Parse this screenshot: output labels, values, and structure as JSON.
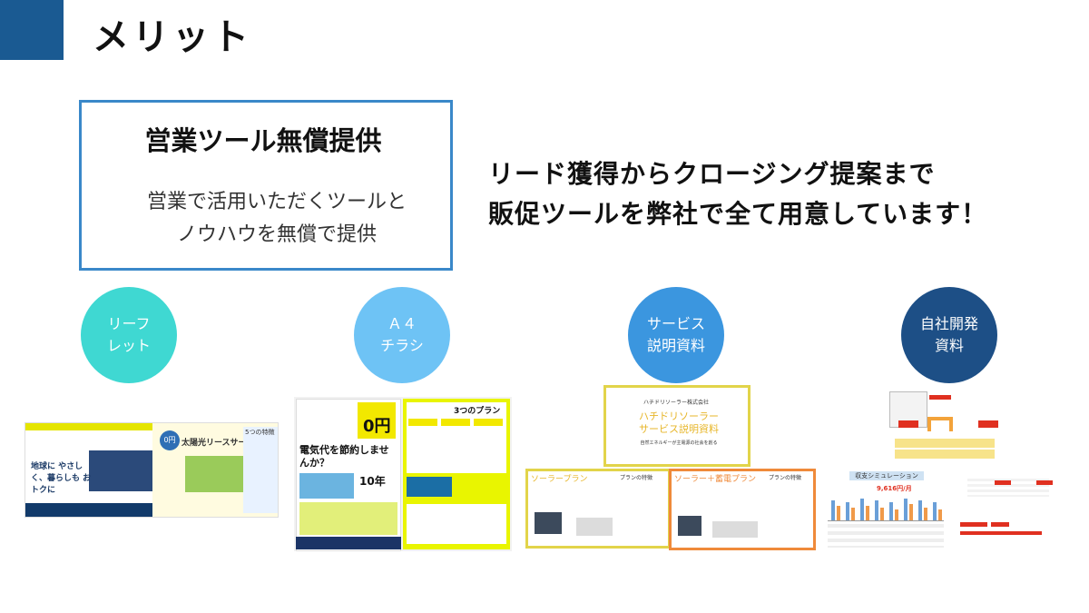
{
  "header": {
    "title": "メリット"
  },
  "feature_box": {
    "heading": "営業ツール無償提供",
    "line1": "営業で活用いただくツールと",
    "line2": "ノウハウを無償で提供"
  },
  "main": {
    "line1": "リード獲得からクロージング提案まで",
    "line2": "販促ツールを弊社で全て用意しています！"
  },
  "tools": [
    {
      "line1": "リーフ",
      "line2": "レット",
      "color": "#3fd8d2"
    },
    {
      "line1": "Ａ４",
      "line2": "チラシ",
      "color": "#6ec3f5"
    },
    {
      "line1": "サービス",
      "line2": "説明資料",
      "color": "#3b96df"
    },
    {
      "line1": "自社開発",
      "line2": "資料",
      "color": "#1d4f86"
    }
  ],
  "thumbs": {
    "leaflet": {
      "headline": "太陽光リースサービス",
      "left_text": "地球に やさしく、暮らしも おトクに",
      "zero": "0円",
      "features": "5つの特徴"
    },
    "flyer": {
      "headline": "電気代を節約しませんか？",
      "zero": "0円",
      "plans": "3つのプラン",
      "years": "10年"
    },
    "service": {
      "company": "ハチドリソーラー株式会社",
      "title1": "ハチドリソーラー",
      "title2": "サービス説明資料",
      "tagline": "自然エネルギーが主電源の社会を創る",
      "plan1": "ソーラープラン",
      "plan2": "ソーラー＋蓄電プラン",
      "features_label": "プランの特徴"
    },
    "inhouse": {
      "sim_title": "収支シミュレーション",
      "amount": "9,616円/月"
    }
  }
}
